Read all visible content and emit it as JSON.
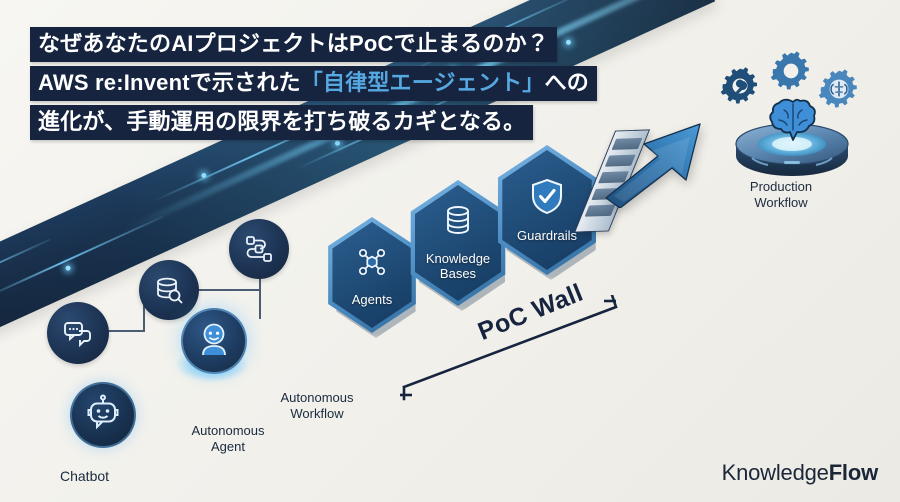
{
  "title": {
    "line1": "なぜあなたのAIプロジェクトはPoCで止まるのか？",
    "line2_pre": "AWS re:Inventで示された",
    "line2_highlight": "「自律型エージェント」",
    "line2_post": "への",
    "line3": "進化が、手動運用の限界を打ち破るカギとなる。",
    "highlight_color": "#56a8e0",
    "bar_color": "#16243f"
  },
  "stages": [
    {
      "id": "chatbot",
      "label": "Chatbot",
      "icon": "robot-face-icon"
    },
    {
      "id": "autonomous-agent",
      "label": "Autonomous\nAgent",
      "label_l1": "Autonomous",
      "label_l2": "Agent",
      "icon": "robot-avatar-icon"
    },
    {
      "id": "autonomous-workflow",
      "label_l1": "Autonomous",
      "label_l2": "Workflow",
      "icon": "workflow-icon"
    }
  ],
  "capability_icons": [
    {
      "id": "chat",
      "name": "chat-bubbles-icon"
    },
    {
      "id": "knowledge-search",
      "name": "database-search-icon"
    },
    {
      "id": "workflow",
      "name": "workflow-nodes-icon"
    }
  ],
  "hexagons": [
    {
      "id": "agents",
      "label": "Agents",
      "icon": "network-nodes-icon"
    },
    {
      "id": "knowledge-bases",
      "label_l1": "Knowledge",
      "label_l2": "Bases",
      "icon": "database-icon"
    },
    {
      "id": "guardrails",
      "label": "Guardrails",
      "icon": "shield-check-icon"
    }
  ],
  "barrier": {
    "label": "PoC Wall",
    "icon": "brick-wall-icon",
    "arrow_icon": "breakthrough-arrow-icon"
  },
  "production": {
    "label_l1": "Production",
    "label_l2": "Workflow",
    "platform_icon": "holographic-platform-icon",
    "core_icon": "brain-icon",
    "gears": [
      "gear-wrench-icon",
      "gear-icon",
      "gear-brain-icon"
    ]
  },
  "brand": {
    "text_regular": "Knowledge",
    "text_bold": "Flow"
  }
}
